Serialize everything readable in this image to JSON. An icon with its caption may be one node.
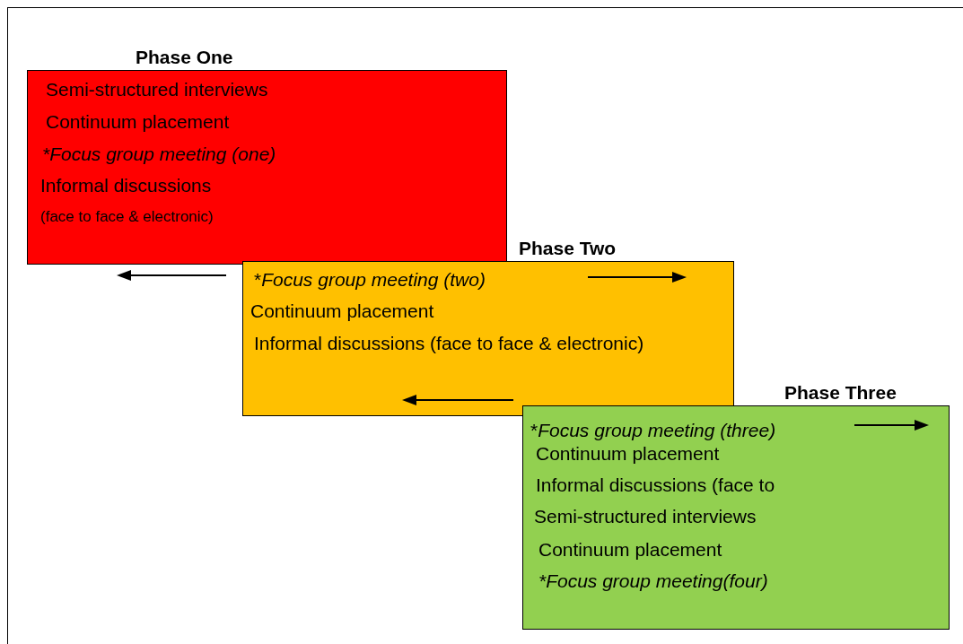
{
  "diagram": {
    "nodes": [
      {
        "text": [
          "Phase One",
          "Semi-structured interviews",
          "Continuum placement",
          "*Focus group meeting (one)",
          "Informal discussions",
          "(face to face & electronic)"
        ]
      },
      {
        "text": [
          "Phase Two",
          "*Focus group meeting (two)",
          "Continuum placement",
          "Informal discussions (face to face & electronic)"
        ]
      },
      {
        "text": [
          "Phase Three",
          "*Focus group meeting (three)",
          "Continuum placement",
          "Informal discussions (face to",
          "Semi-structured interviews",
          "Continuum placement",
          "*Focus group meeting(four)"
        ]
      }
    ]
  }
}
